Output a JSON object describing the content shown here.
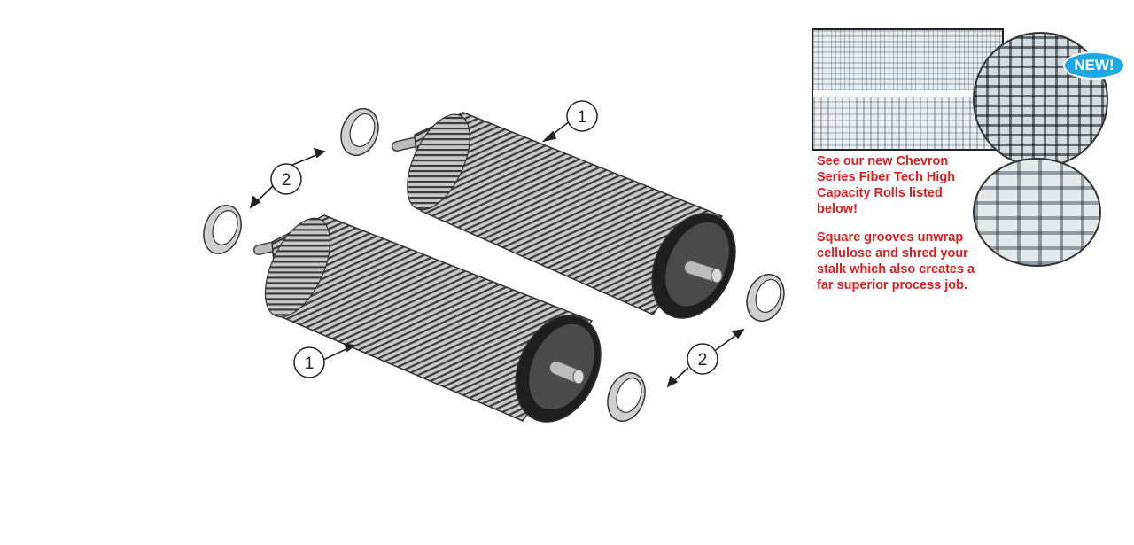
{
  "callouts": {
    "roll_top": "1",
    "roll_bottom": "1",
    "seal_left": "2",
    "seal_right": "2"
  },
  "badge": {
    "label": "NEW!",
    "color": "#1ea7e6"
  },
  "promo": {
    "intro": "See our new Chevron\nSeries Fiber Tech High\nCapacity Rolls listed\nbelow!",
    "detail": "Square grooves unwrap\ncellulose and shred your\nstalk which also creates a\nfar superior process job.",
    "text_color": "#e21b1b"
  }
}
